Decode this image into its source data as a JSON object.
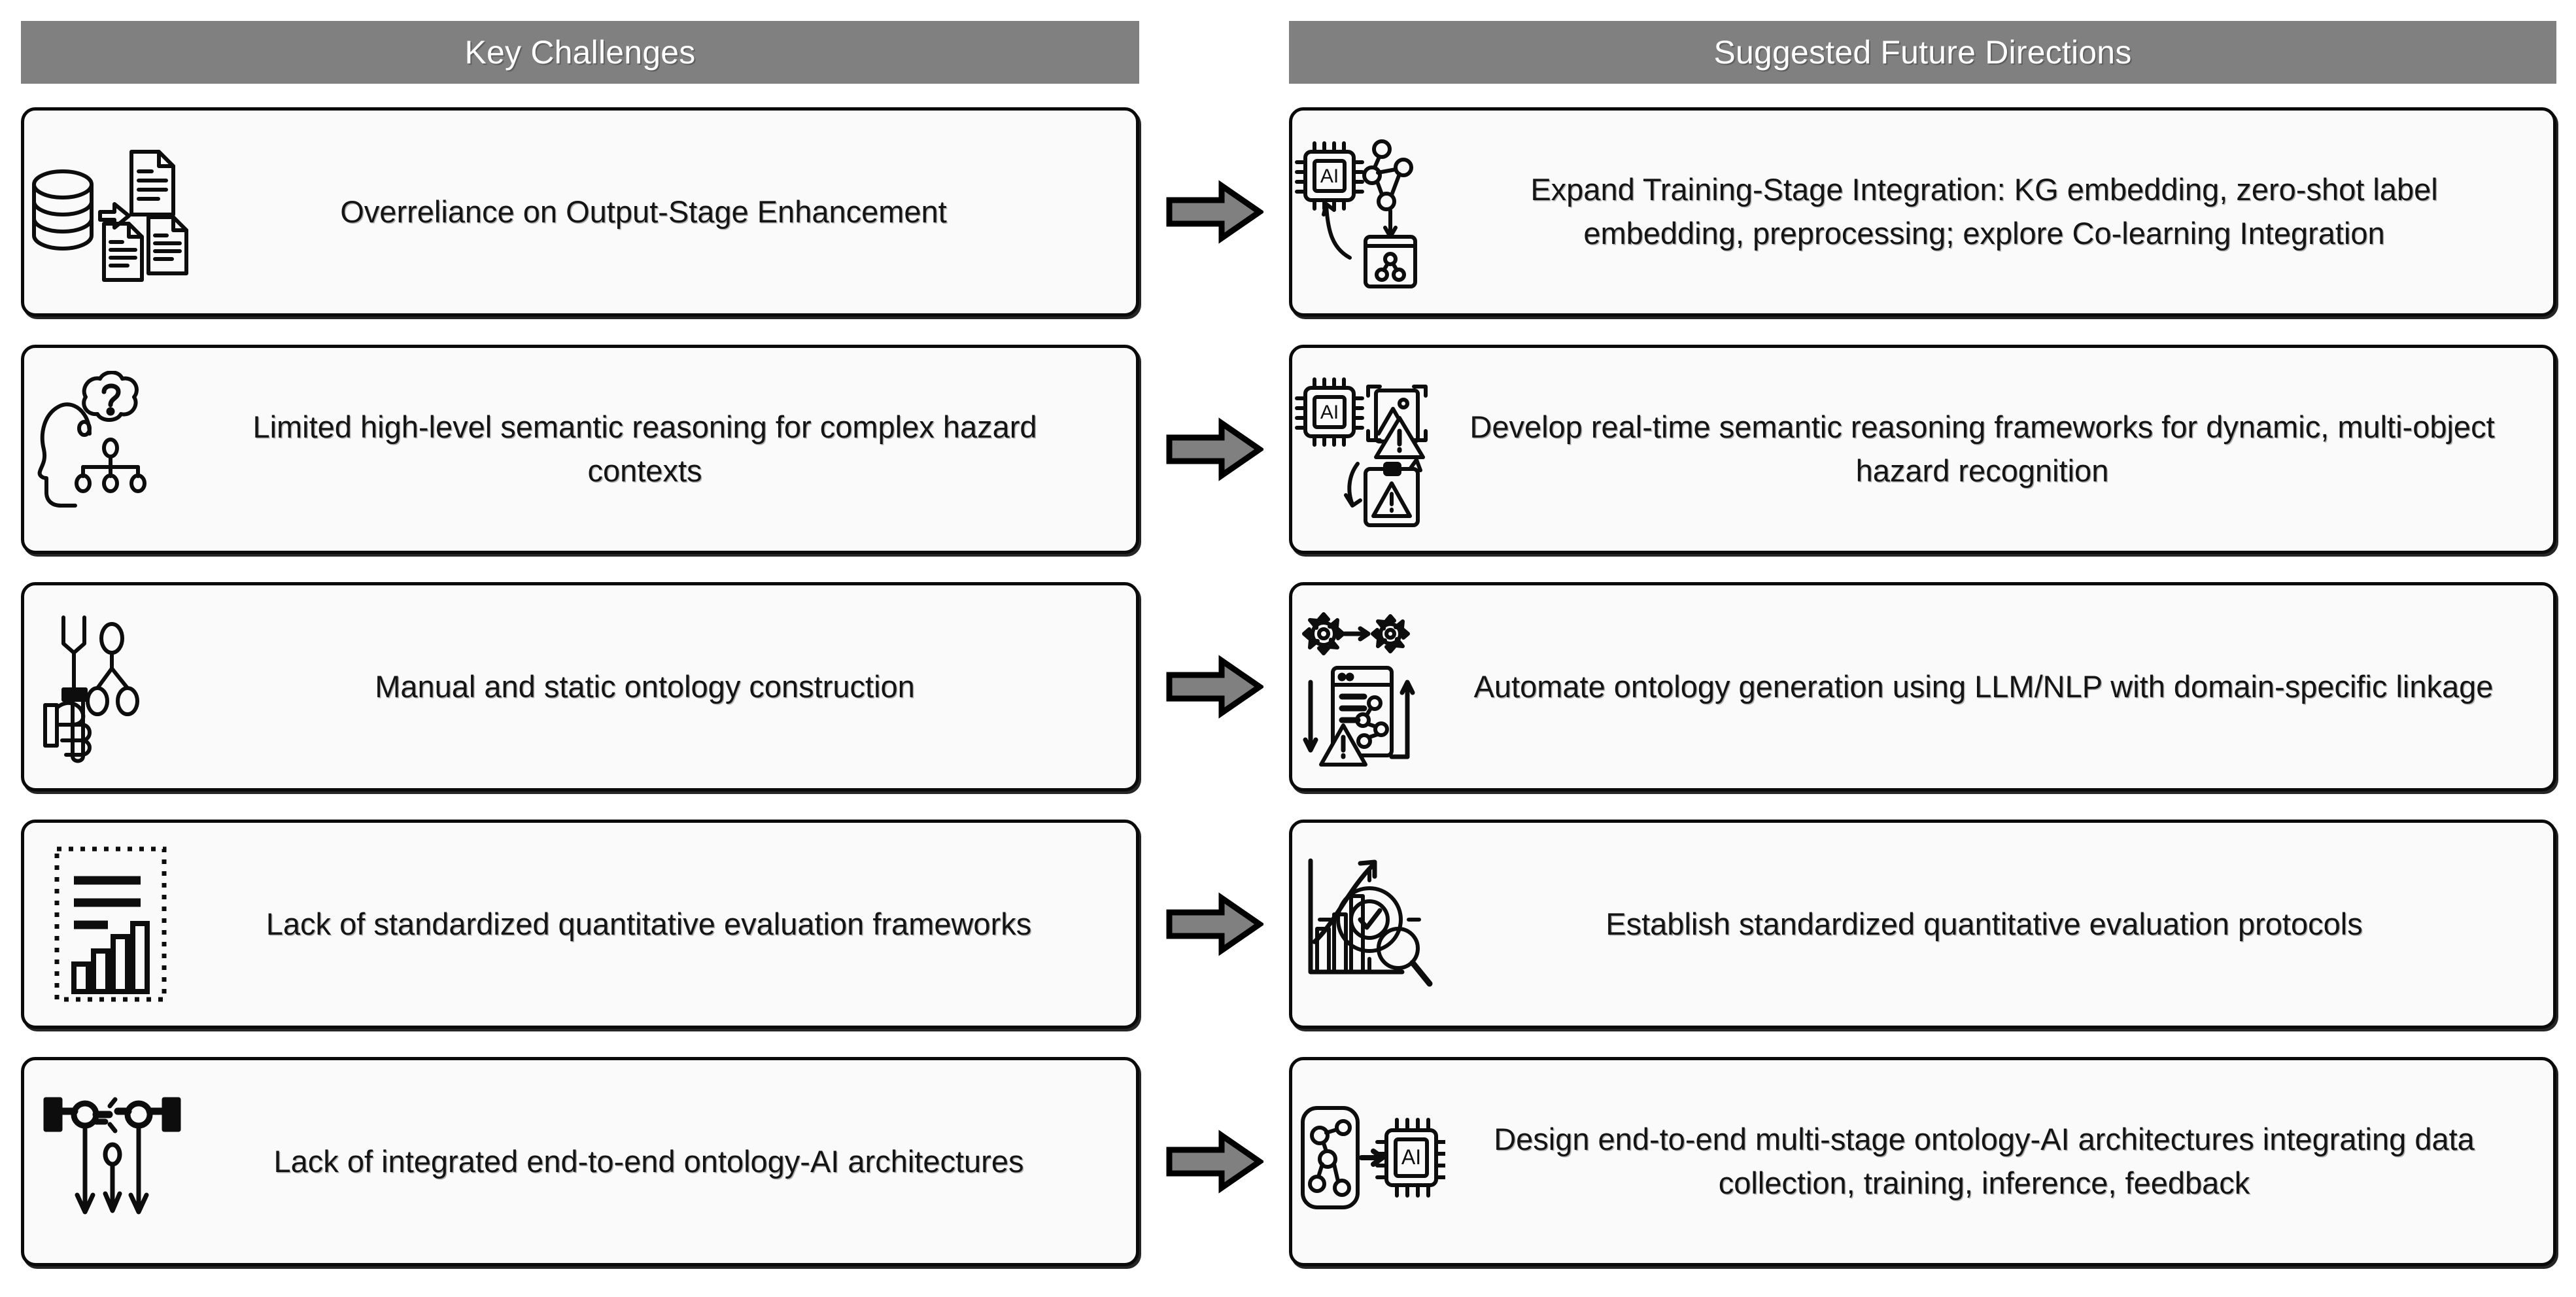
{
  "headers": {
    "left": "Key Challenges",
    "right": "Suggested Future Directions"
  },
  "colors": {
    "header_band": "#808080",
    "header_text": "#ffffff",
    "card_fill": "#fafafa",
    "card_border": "#0a0a0a",
    "arrow_fill": "#808080",
    "arrow_stroke": "#000000",
    "body_text": "#141414",
    "page_background": "#ffffff"
  },
  "rows": [
    {
      "challenge": {
        "icon": "database-to-documents-icon",
        "text": "Overreliance on Output-Stage Enhancement"
      },
      "arrow": "right-block-arrow-icon",
      "direction": {
        "icon": "ai-chip-knowledge-graph-training-icon",
        "text": "Expand Training-Stage Integration: KG embedding, zero-shot label embedding, preprocessing; explore Co-learning Integration"
      }
    },
    {
      "challenge": {
        "icon": "head-thought-question-hierarchy-icon",
        "text": "Limited high-level semantic reasoning for complex hazard contexts"
      },
      "arrow": "right-block-arrow-icon",
      "direction": {
        "icon": "ai-chip-image-scan-warning-icon",
        "text": "Develop real-time semantic reasoning frameworks for dynamic, multi-object hazard recognition"
      }
    },
    {
      "challenge": {
        "icon": "hand-wrench-ontology-nodes-icon",
        "text": "Manual and static ontology construction"
      },
      "arrow": "right-block-arrow-icon",
      "direction": {
        "icon": "gears-automation-document-graph-warning-icon",
        "text": "Automate ontology generation using LLM/NLP with domain-specific linkage"
      }
    },
    {
      "challenge": {
        "icon": "dashed-box-bar-chart-icon",
        "text": "Lack of standardized quantitative evaluation frameworks"
      },
      "arrow": "right-block-arrow-icon",
      "direction": {
        "icon": "growth-chart-target-magnifier-icon",
        "text": "Establish standardized quantitative evaluation protocols"
      }
    },
    {
      "challenge": {
        "icon": "disconnected-pipeline-arrows-icon",
        "text": "Lack of integrated end-to-end ontology-AI architectures"
      },
      "arrow": "right-block-arrow-icon",
      "direction": {
        "icon": "knowledge-graph-to-ai-chip-icon",
        "text": "Design end-to-end multi-stage ontology-AI architectures integrating data collection, training, inference, feedback"
      }
    }
  ]
}
